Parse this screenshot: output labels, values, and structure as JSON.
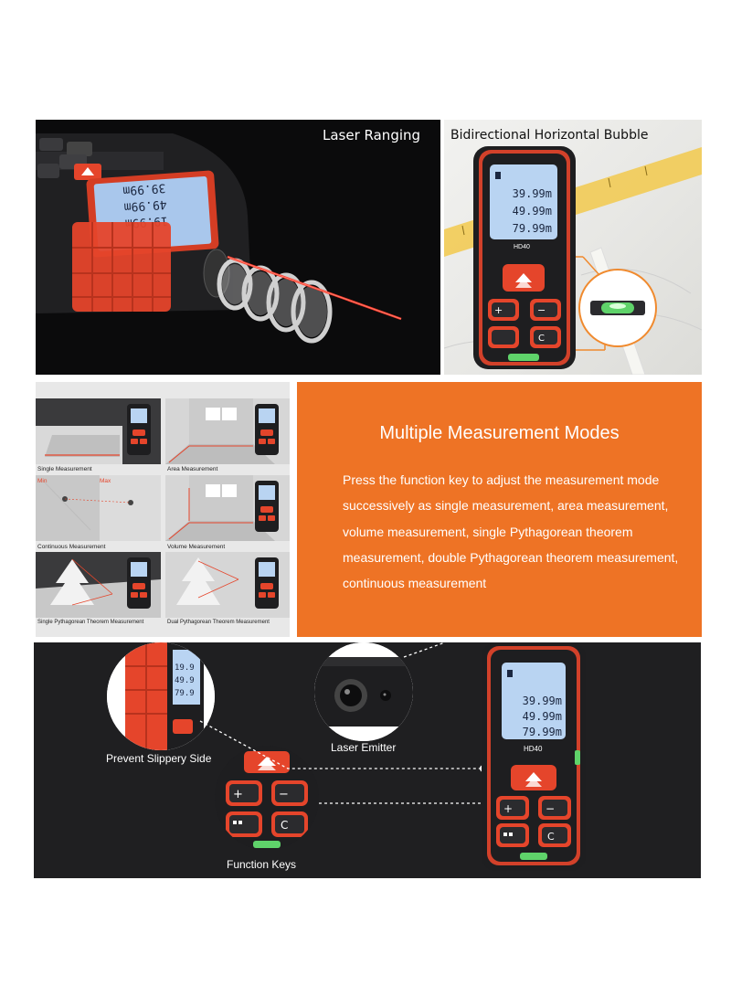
{
  "panels": {
    "laser": {
      "title": "Laser Ranging"
    },
    "bubble": {
      "title": "Bidirectional Horizontal Bubble"
    },
    "modes": {
      "cells": [
        {
          "caption": "Single Measurement"
        },
        {
          "caption": "Area Measurement"
        },
        {
          "caption": "Continuous Measurement",
          "min_label": "Min",
          "max_label": "Max"
        },
        {
          "caption": "Volume Measurement"
        },
        {
          "caption": "Single Pythagorean Theorem Measurement"
        },
        {
          "caption": "Dual Pythagorean Theorem Measurement"
        }
      ]
    },
    "text": {
      "heading": "Multiple Measurement Modes",
      "body": "Press the function key to adjust the measurement mode successively as single measurement, area measurement, volume measurement, single Pythagorean theorem measurement, double Pythagorean theorem measurement, continuous measurement"
    },
    "features": {
      "labels": {
        "prevent_slippery": "Prevent Slippery Side",
        "laser_emitter": "Laser Emitter",
        "function_keys": "Function Keys"
      }
    }
  },
  "device": {
    "model": "HD40",
    "readings": [
      "39.99m",
      "49.99m",
      "79.99m"
    ]
  },
  "colors": {
    "accent_orange": "#ee7325",
    "device_red": "#e5452b",
    "device_body": "#1e1e20",
    "lcd_blue": "#b9d4f2"
  }
}
